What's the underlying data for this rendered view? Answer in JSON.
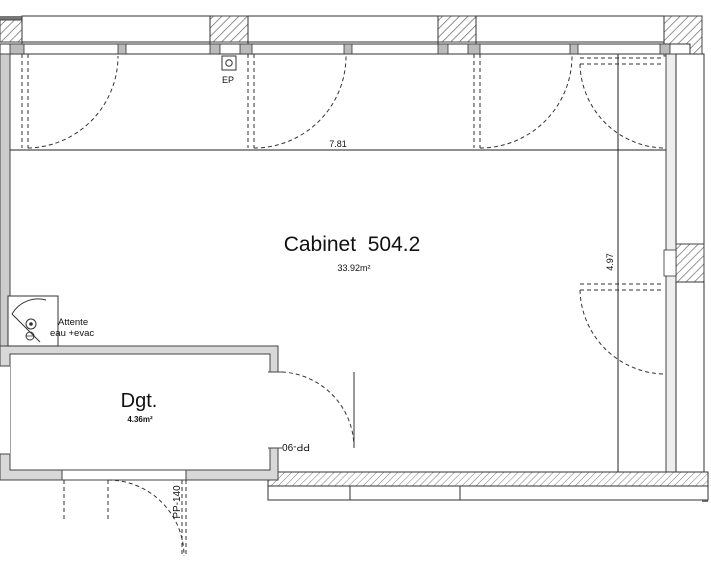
{
  "rooms": {
    "main": {
      "name": "Cabinet  504.2",
      "area": "33.92m²"
    },
    "annex": {
      "name": "Dgt.",
      "area": "4.36m²"
    }
  },
  "dimensions": {
    "width": "7.81",
    "depth": "4.97"
  },
  "labels": {
    "ep": "EP",
    "sink_line1": "Attente",
    "sink_line2": "eau +evac",
    "door_pp90": "PP-90",
    "door_pp140": "PP-140"
  },
  "colors": {
    "wall": "#5a5a5a",
    "hatch": "#8a8a8a",
    "line": "#222222",
    "partition_fill": "#d8d8d8"
  }
}
